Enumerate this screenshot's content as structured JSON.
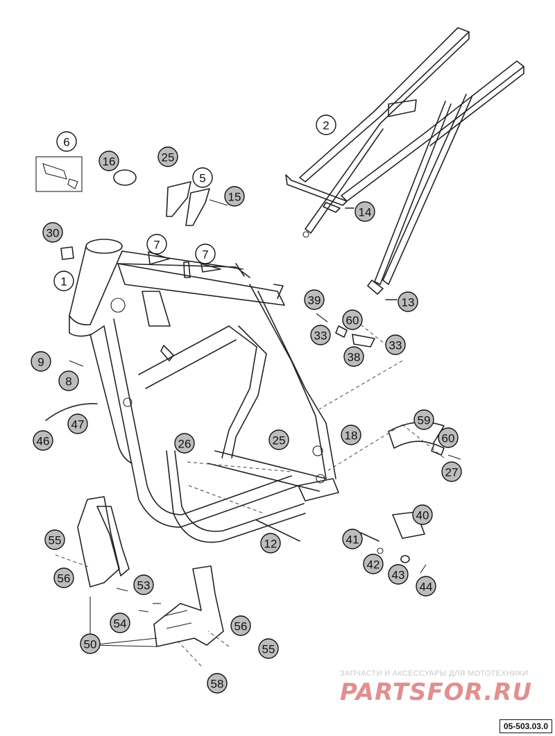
{
  "diagram": {
    "callouts": [
      {
        "label": "1",
        "filled": false
      },
      {
        "label": "2",
        "filled": false
      },
      {
        "label": "5",
        "filled": false
      },
      {
        "label": "6",
        "filled": false
      },
      {
        "label": "7",
        "filled": false
      },
      {
        "label": "7",
        "filled": false
      },
      {
        "label": "8",
        "filled": true
      },
      {
        "label": "9",
        "filled": true
      },
      {
        "label": "12",
        "filled": true
      },
      {
        "label": "13",
        "filled": true
      },
      {
        "label": "14",
        "filled": true
      },
      {
        "label": "15",
        "filled": true
      },
      {
        "label": "16",
        "filled": true
      },
      {
        "label": "18",
        "filled": true
      },
      {
        "label": "25",
        "filled": true
      },
      {
        "label": "25",
        "filled": true
      },
      {
        "label": "26",
        "filled": true
      },
      {
        "label": "27",
        "filled": true
      },
      {
        "label": "30",
        "filled": true
      },
      {
        "label": "33",
        "filled": true
      },
      {
        "label": "33",
        "filled": true
      },
      {
        "label": "38",
        "filled": true
      },
      {
        "label": "39",
        "filled": true
      },
      {
        "label": "40",
        "filled": true
      },
      {
        "label": "41",
        "filled": true
      },
      {
        "label": "42",
        "filled": true
      },
      {
        "label": "43",
        "filled": true
      },
      {
        "label": "44",
        "filled": true
      },
      {
        "label": "46",
        "filled": true
      },
      {
        "label": "47",
        "filled": true
      },
      {
        "label": "50",
        "filled": true
      },
      {
        "label": "53",
        "filled": true
      },
      {
        "label": "54",
        "filled": true
      },
      {
        "label": "55",
        "filled": true
      },
      {
        "label": "55",
        "filled": true
      },
      {
        "label": "56",
        "filled": true
      },
      {
        "label": "56",
        "filled": true
      },
      {
        "label": "58",
        "filled": true
      },
      {
        "label": "59",
        "filled": true
      },
      {
        "label": "60",
        "filled": true
      },
      {
        "label": "60",
        "filled": true
      }
    ],
    "figure_code": "05-503.03.0"
  },
  "watermark": {
    "tagline": "ЗАПЧАСТИ И АКСЕССУАРЫ ДЛЯ МОТОТЕХНИКИ",
    "logo_text": "PARTSFOR.RU"
  }
}
